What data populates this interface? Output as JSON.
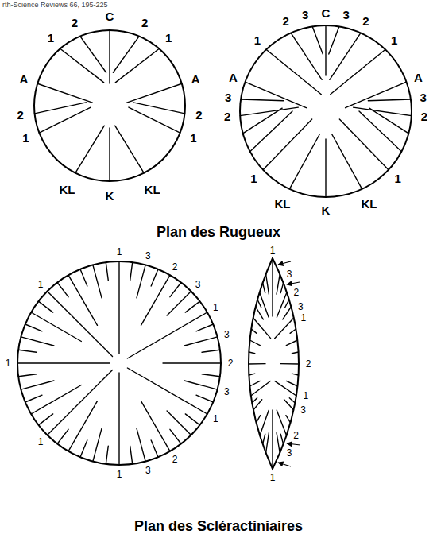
{
  "diagram": {
    "labels": [
      "rth-Science Reviews 66, 195-225",
      "1",
      "2",
      "C",
      "2",
      "1",
      "A",
      "A",
      "2",
      "2",
      "1",
      "1",
      "KL",
      "K",
      "KL",
      "2",
      "3",
      "C",
      "3",
      "2",
      "1",
      "1",
      "A",
      "A",
      "3",
      "3",
      "2",
      "2",
      "1",
      "1",
      "KL",
      "K",
      "KL",
      "Plan des Rugueux",
      "1",
      "3",
      "2",
      "3",
      "1",
      "3",
      "2",
      "3",
      "1",
      "2",
      "3",
      "1",
      "1",
      "1",
      "1",
      "1",
      "3",
      "2",
      "3",
      "1",
      "2",
      "1",
      "3",
      "2",
      "3",
      "1",
      "Plan des Scléractiniaires"
    ]
  }
}
